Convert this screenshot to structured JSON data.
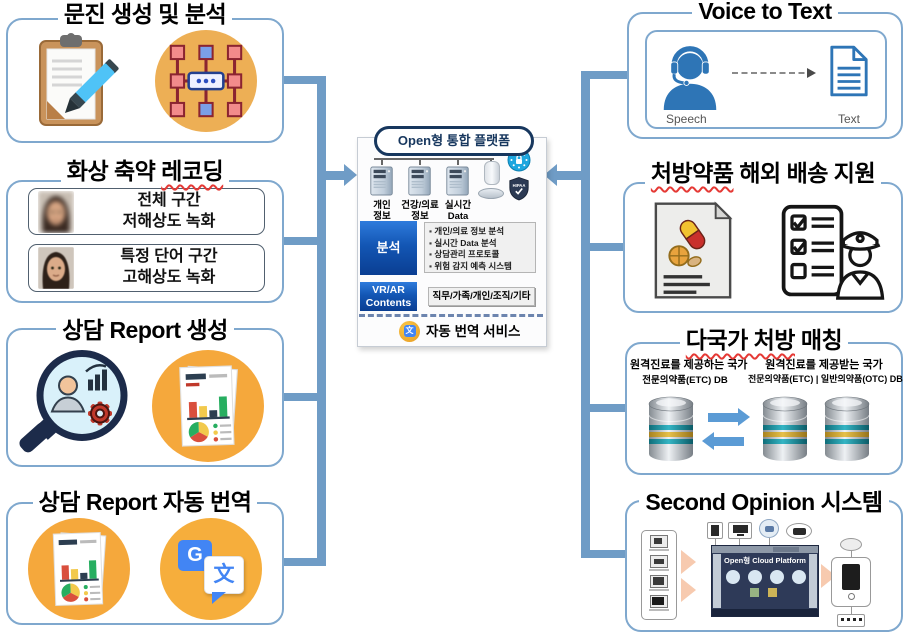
{
  "colors": {
    "connector_blue": "#6F9CC6",
    "box_border_blue": "#7FA8CE",
    "analysis_blue": "#1356B4",
    "icon_orange": "#F2A93B",
    "google_blue": "#4285F4",
    "db_arrow_blue": "#5B9BD5",
    "wavy_underline_red": "#E53935",
    "platform_navy": "#17375E"
  },
  "left": {
    "box1": {
      "title": "문진 생성 및 분석"
    },
    "box2": {
      "title_normal": "화상 축약 ",
      "title_wavy": "레코딩",
      "row1": {
        "line1": "전체 구간",
        "line2": "저해상도 녹화"
      },
      "row2": {
        "line1": "특정 단어 구간",
        "line2": "고해상도 녹화"
      }
    },
    "box3": {
      "title": "상담 Report 생성"
    },
    "box4": {
      "title": "상담 Report 자동 번역"
    }
  },
  "platform": {
    "header": "Open형 통합 플랫폼",
    "servers": [
      {
        "line1": "개인",
        "line2": "정보"
      },
      {
        "line1": "건강/의료",
        "line2": "정보"
      },
      {
        "line1": "실시간",
        "line2": "Data"
      }
    ],
    "hipaa_label": "HIPAA",
    "analysis": {
      "label": "분석",
      "items": [
        "개인/의료 정보 분석",
        "실시간 Data 분석",
        "상담관리 프로토콜",
        "위험 감지 예측 시스템"
      ]
    },
    "vrar": {
      "line1": "VR/AR",
      "line2": "Contents",
      "value": "직무/가족/개인/조직/기타"
    },
    "footer": "자동 번역 서비스"
  },
  "right": {
    "box1": {
      "title": "Voice to Text",
      "speech_label": "Speech",
      "text_label": "Text"
    },
    "box2": {
      "title_wavy": "처방약품",
      "title_normal": " 해외 배송 지원"
    },
    "box3": {
      "title_wavy": "다국가 처방",
      "title_normal": " 매칭",
      "left_db": {
        "line1": "원격진료를 제공하는 국가",
        "line2": "전문의약품(ETC) DB"
      },
      "right_db": {
        "line1": "원격진료를 제공받는 국가",
        "line2": "전문의약품(ETC) | 일반의약품(OTC) DB"
      }
    },
    "box4": {
      "title": "Second Opinion 시스템",
      "platform_label": "Open형 Cloud Platform"
    }
  },
  "icons": {
    "translate_g": "G",
    "translate_char": "文",
    "footer_char": "文"
  }
}
